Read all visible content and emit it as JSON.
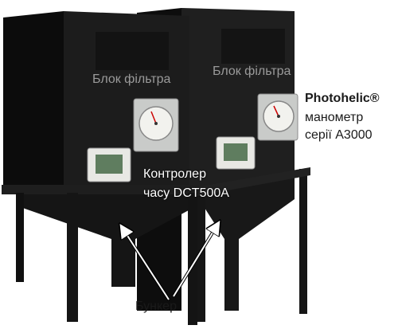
{
  "labels": {
    "filter_unit_left": "Блок фільтра",
    "filter_unit_right": "Блок фільтра",
    "photohelic_title": "Photohelic®",
    "photohelic_line2": "манометр",
    "photohelic_line3": "серії A3000",
    "controller_line1": "Контролер",
    "controller_line2": "часу DCT500A",
    "hopper": "Бункер"
  },
  "colors": {
    "cabinet_front": "#1c1c1c",
    "cabinet_side": "#0e0e0e",
    "legs": "#161616",
    "gauge_face": "#f2f2ee",
    "gauge_frame": "#c9cbc9",
    "controller_body": "#e8e8e4",
    "label_on_cabinet": "#9a9a9a",
    "label_ink": "#1a1a1a"
  },
  "icons": [
    "photohelic-gauge-icon",
    "timer-controller-icon",
    "vent-grille-icon",
    "arrow-icon"
  ]
}
